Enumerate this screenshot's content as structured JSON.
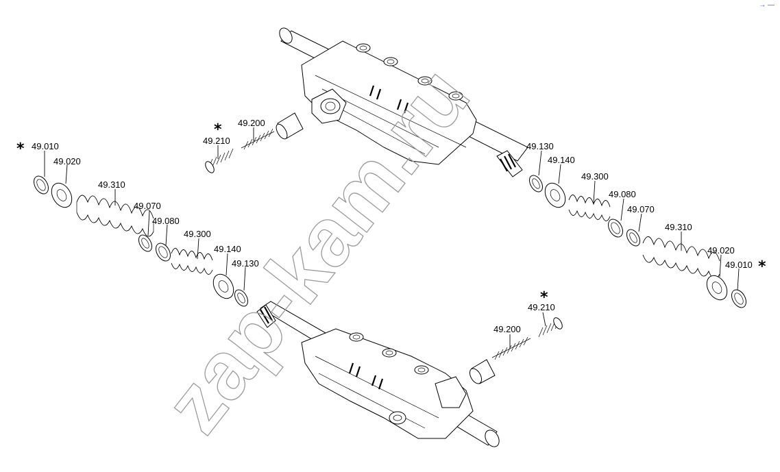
{
  "watermark": "zap-kam.ru",
  "corner_mark": "→ —",
  "asterisk": "*",
  "labels": {
    "l_49010": "49.010",
    "l_49020": "49.020",
    "l_49310": "49.310",
    "l_49070": "49.070",
    "l_49080": "49.080",
    "l_49300": "49.300",
    "l_49140": "49.140",
    "l_49130": "49.130",
    "l_49210": "49.210",
    "l_49200": "49.200",
    "r_49130": "49.130",
    "r_49140": "49.140",
    "r_49300": "49.300",
    "r_49080": "49.080",
    "r_49070": "49.070",
    "r_49310": "49.310",
    "r_49020": "49.020",
    "r_49010": "49.010",
    "b_49210": "49.210",
    "b_49200": "49.200"
  }
}
